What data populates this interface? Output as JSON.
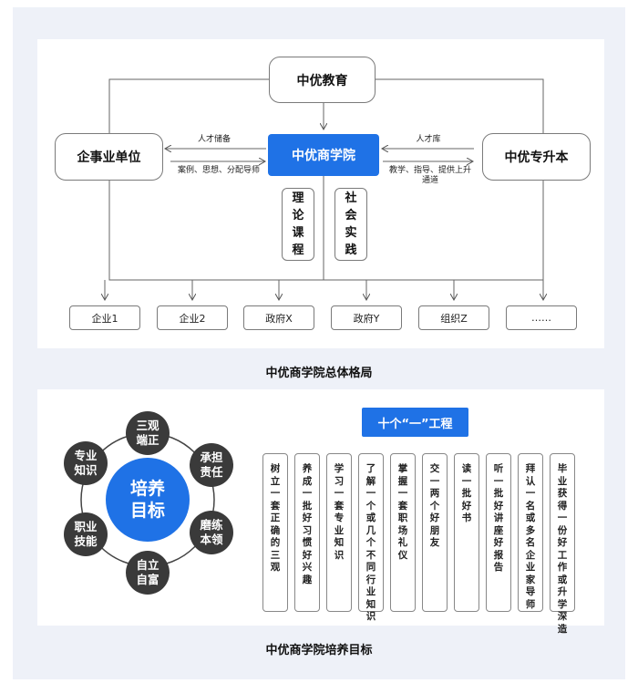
{
  "diagram1": {
    "top_node": "中优教育",
    "center_node": "中优商学院",
    "left_node": "企事业单位",
    "right_node": "中优专升本",
    "left_arrow_top": "人才储备",
    "left_arrow_bottom": "案例、思想、分配导师",
    "right_arrow_top": "人才库",
    "right_arrow_bottom": "教学、指导、提供上升通道",
    "sub_left": "理论课程",
    "sub_right": "社会实践",
    "leaves": [
      "企业1",
      "企业2",
      "政府X",
      "政府Y",
      "组织Z",
      "……"
    ],
    "caption": "中优商学院总体格局"
  },
  "diagram2": {
    "center": "培养目标",
    "orbit": [
      "三观端正",
      "承担责任",
      "磨练本领",
      "自立自富",
      "职业技能",
      "专业知识"
    ],
    "header": "十个“一”工程",
    "columns": [
      "树立一套正确的三观",
      "养成一批好习惯好兴趣",
      "学习一套专业知识",
      "了解一个或几个不同行业知识",
      "掌握一套职场礼仪",
      "交一两个好朋友",
      "读一批好书",
      "听一批好讲座好报告",
      "拜认一名或多名企业家导师",
      "毕业获得一份好工作或升学深造"
    ],
    "caption": "中优商学院培养目标"
  },
  "colors": {
    "accent": "#1f72e6",
    "dark": "#3a3a3a",
    "bg": "#eef1f8"
  }
}
